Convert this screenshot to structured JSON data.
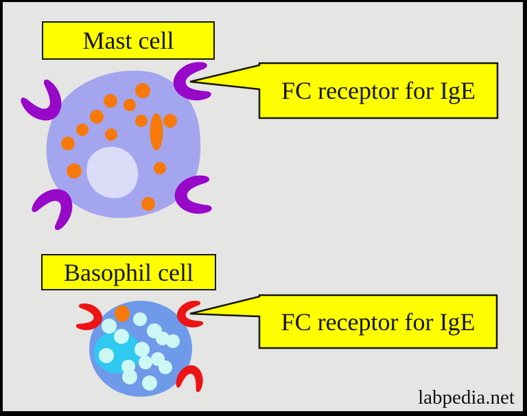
{
  "diagram": {
    "mast_cell": {
      "label": "Mast cell",
      "callout": "FC receptor for IgE",
      "receptor_count": 4
    },
    "basophil_cell": {
      "label": "Basophil cell",
      "callout": "FC receptor for IgE",
      "receptor_count": 3
    },
    "watermark": "labpedia.net"
  },
  "colors": {
    "background": "#e5e5e3",
    "frame": "#000000",
    "callout_bg": "#ffff00",
    "callout_border": "#161600",
    "text": "#151515",
    "mast_body": "#a3a6ee",
    "mast_nucleus": "#dadcf8",
    "mast_granule": "#f7790b",
    "mast_receptor": "#9708c9",
    "basophil_body": "#6e9ae9",
    "basophil_nucleus": "#30c9f1",
    "basophil_granule": "#cdf7f5",
    "basophil_receptor": "#ec1414"
  }
}
